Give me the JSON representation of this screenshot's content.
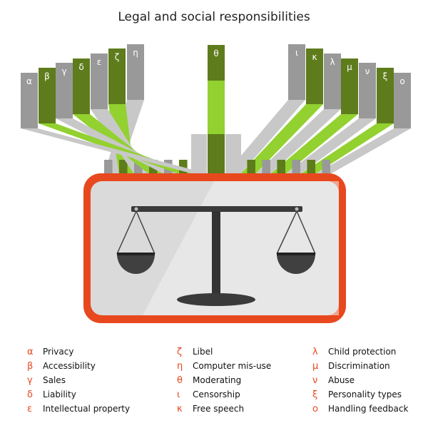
{
  "title": "Legal and social responsibilities",
  "colors": {
    "green_dark": "#5e7c1c",
    "green_light": "#92d12f",
    "grey_dark": "#999999",
    "grey_light": "#c8c8c8",
    "frame": "#e8481e",
    "panel": "#dadada",
    "accent_text": "#e8481e"
  },
  "tabs": [
    {
      "key": "alpha",
      "symbol": "α",
      "color": "grey"
    },
    {
      "key": "beta",
      "symbol": "β",
      "color": "green"
    },
    {
      "key": "gamma",
      "symbol": "γ",
      "color": "grey"
    },
    {
      "key": "delta",
      "symbol": "δ",
      "color": "green"
    },
    {
      "key": "epsilon",
      "symbol": "ε",
      "color": "grey"
    },
    {
      "key": "zeta",
      "symbol": "ζ",
      "color": "green"
    },
    {
      "key": "eta",
      "symbol": "η",
      "color": "grey"
    },
    {
      "key": "theta",
      "symbol": "θ",
      "color": "green"
    },
    {
      "key": "iota",
      "symbol": "ι",
      "color": "grey"
    },
    {
      "key": "kappa",
      "symbol": "κ",
      "color": "green"
    },
    {
      "key": "lambda",
      "symbol": "λ",
      "color": "grey"
    },
    {
      "key": "mu",
      "symbol": "μ",
      "color": "green"
    },
    {
      "key": "nu",
      "symbol": "ν",
      "color": "grey"
    },
    {
      "key": "xi",
      "symbol": "ξ",
      "color": "green"
    },
    {
      "key": "omicron",
      "symbol": "ο",
      "color": "grey"
    }
  ],
  "legend": [
    {
      "symbol": "α",
      "label": "Privacy"
    },
    {
      "symbol": "β",
      "label": "Accessibility"
    },
    {
      "symbol": "γ",
      "label": "Sales"
    },
    {
      "symbol": "δ",
      "label": "Liability"
    },
    {
      "symbol": "ε",
      "label": "Intellectual property"
    },
    {
      "symbol": "ζ",
      "label": "Libel"
    },
    {
      "symbol": "η",
      "label": "Computer mis-use"
    },
    {
      "symbol": "θ",
      "label": "Moderating"
    },
    {
      "symbol": "ι",
      "label": "Censorship"
    },
    {
      "symbol": "κ",
      "label": "Free speech"
    },
    {
      "symbol": "λ",
      "label": "Child protection"
    },
    {
      "symbol": "μ",
      "label": "Discrimination"
    },
    {
      "symbol": "ν",
      "label": "Abuse"
    },
    {
      "symbol": "ξ",
      "label": "Personality types"
    },
    {
      "symbol": "ο",
      "label": "Handling feedback"
    }
  ]
}
